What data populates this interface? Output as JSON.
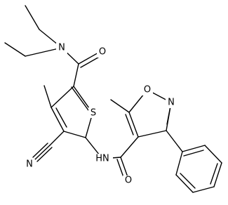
{
  "atom_labels": {
    "amide_n_top": "N",
    "carbonyl_o_top": "O",
    "thiophene_s": "S",
    "isoxazole_o": "O",
    "isoxazole_n": "N",
    "nitrile_n": "N",
    "amide_nh": "HN",
    "carbonyl_o_bottom": "O"
  },
  "colors": {
    "bond": "#000000",
    "text": "#000000",
    "background": "#ffffff"
  }
}
